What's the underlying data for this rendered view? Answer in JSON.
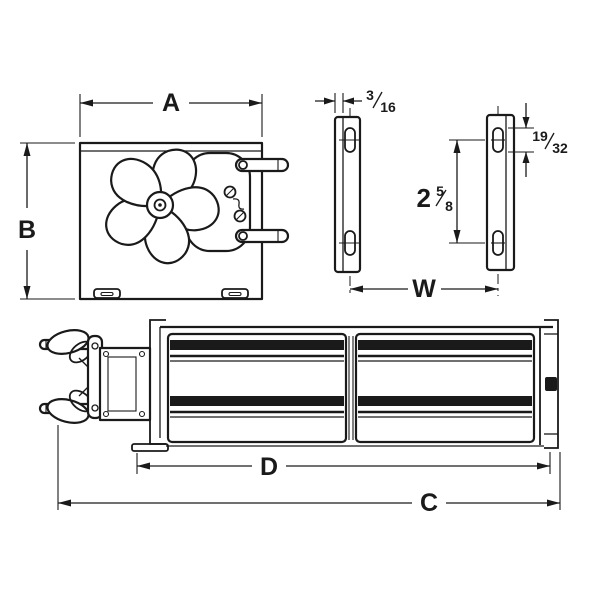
{
  "page": {
    "background": "#ffffff",
    "line_color": "#1a1a1a",
    "description": "Dimensional drawing of crossflow blower fan with motor, front view, mounting bracket detail and side view"
  },
  "views": {
    "front": {
      "dim_width": "A",
      "dim_height": "B"
    },
    "brackets": {
      "thickness": {
        "num": "3",
        "den": "16"
      },
      "slot_length": {
        "num": "19",
        "den": "32"
      },
      "slot_spacing": {
        "whole": "2",
        "num": "5",
        "den": "8"
      },
      "dim_span": "W"
    },
    "side": {
      "dim_housing": "D",
      "dim_overall": "C"
    }
  }
}
